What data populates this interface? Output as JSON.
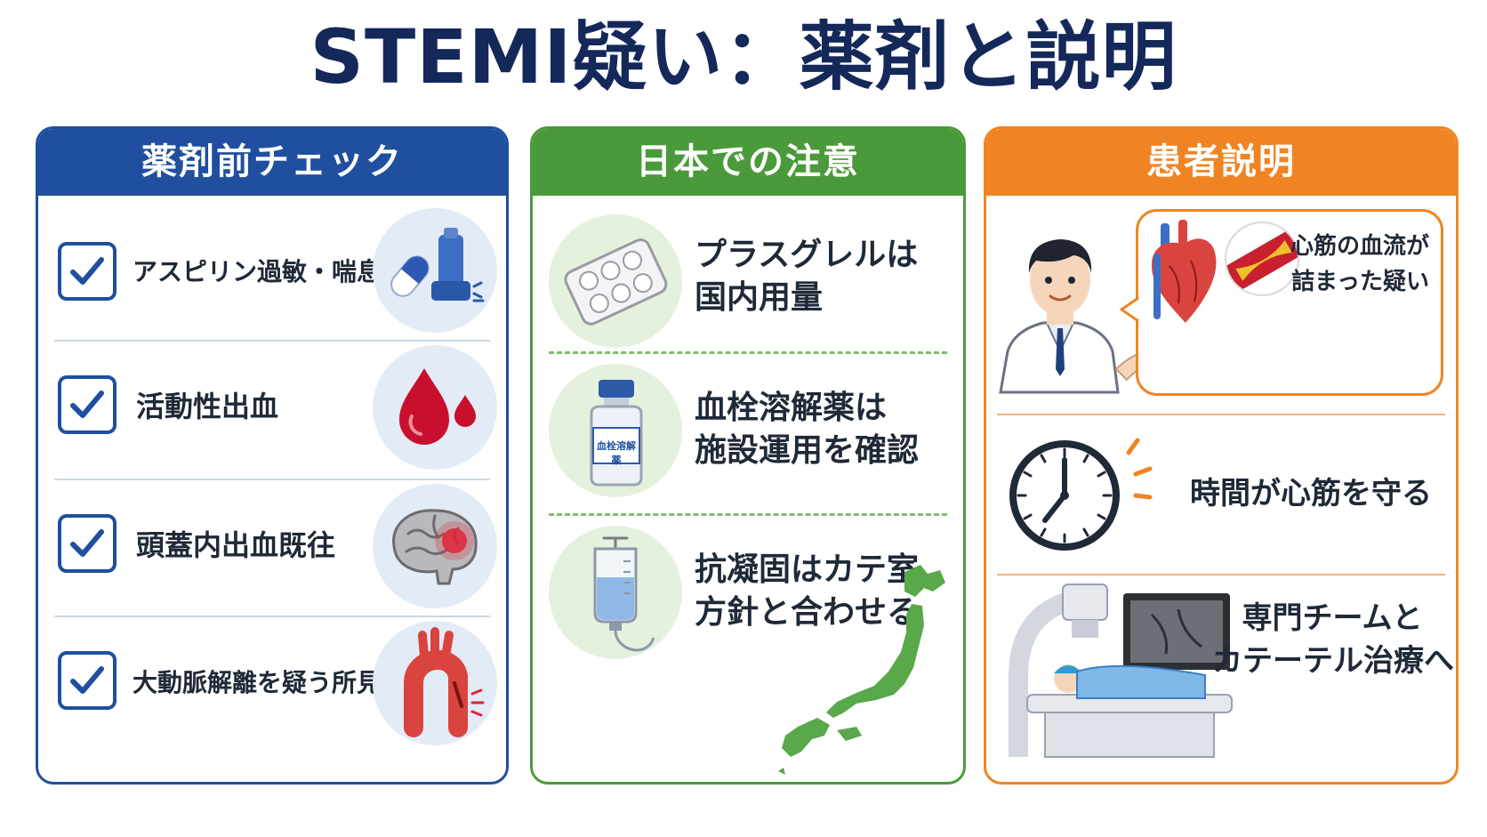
{
  "title": "STEMI疑い：薬剤と説明",
  "colors": {
    "blue": "#1f4f9e",
    "green": "#4a9a3b",
    "orange": "#f08423",
    "title": "#14285a"
  },
  "panels": [
    {
      "header": "薬剤前チェック",
      "items": [
        {
          "label": "アスピリン過敏・喘息",
          "icon": "inhaler-capsule-icon"
        },
        {
          "label": "活動性出血",
          "icon": "blood-drop-icon"
        },
        {
          "label": "頭蓋内出血既往",
          "icon": "brain-bleed-icon"
        },
        {
          "label": "大動脈解離を疑う所見",
          "icon": "aorta-dissection-icon"
        }
      ]
    },
    {
      "header": "日本での注意",
      "items": [
        {
          "line1": "プラスグレルは",
          "line2": "国内用量",
          "icon": "pill-blister-icon"
        },
        {
          "line1": "血栓溶解薬は",
          "line2": "施設運用を確認",
          "icon": "vial-icon",
          "vial_label": "血栓溶解薬"
        },
        {
          "line1": "抗凝固はカテ室",
          "line2": "方針と合わせる",
          "icon": "iv-bag-icon"
        }
      ]
    },
    {
      "header": "患者説明",
      "items": [
        {
          "line1": "心筋の血流が",
          "line2": "詰まった疑い",
          "icon": "doctor-heart-icon"
        },
        {
          "line1": "時間が心筋を守る",
          "icon": "clock-icon"
        },
        {
          "line1": "専門チームと",
          "line2": "カテーテル治療へ",
          "icon": "cath-lab-icon"
        }
      ]
    }
  ]
}
